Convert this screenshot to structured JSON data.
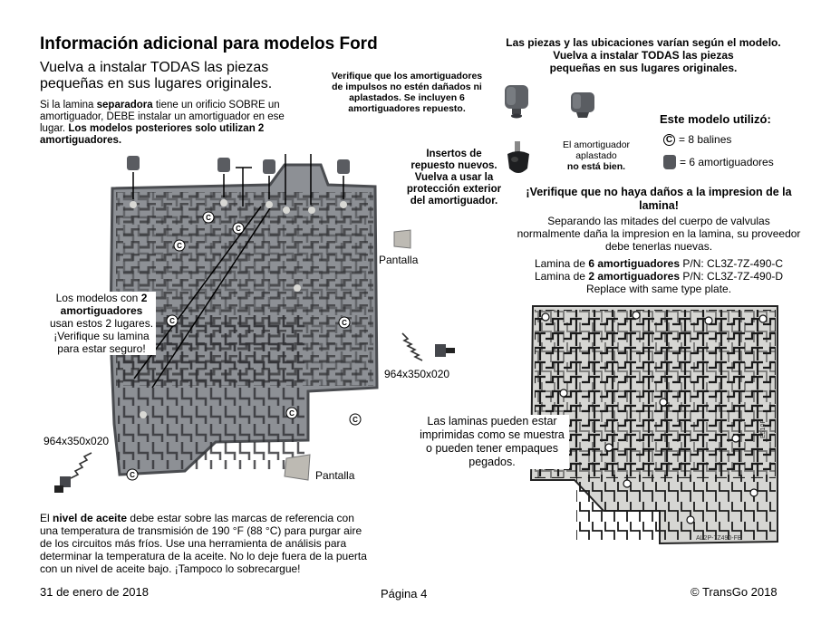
{
  "header": {
    "title": "Información adicional para modelos Ford",
    "subtitle": "Vuelva a instalar TODAS las piezas pequeñas en sus lugares originales."
  },
  "top_right_note": {
    "line1": "Las piezas y las ubicaciones varían según el modelo.",
    "line2": "Vuelva a instalar TODAS las piezas",
    "line3": "pequeñas en sus lugares originales."
  },
  "separator_note": {
    "part1": "Si la lamina ",
    "bold1": "separadora",
    "part2": " tiene un orificio SOBRE un amortiguador, DEBE instalar un amortiguador en ese lugar. ",
    "bold2": "Los modelos posteriores solo utilizan 2 amortiguadores."
  },
  "impulse_note": "Verifique que los amortiguadores de impulsos no estén dañados ni aplastados. Se incluyen 6 amortiguadores repuesto.",
  "inserts_note": "Insertos de repuesto nuevos. Vuelva a usar la protección exterior del amortiguador.",
  "crushed_note": {
    "line1": "El amortiguador",
    "line2": "aplastado",
    "line3": "no está bien."
  },
  "legend": {
    "title": "Este modelo utilizó:",
    "balls_symbol": "C",
    "balls": "= 8 balines",
    "dampers": "= 6 amortiguadores"
  },
  "damage_note": {
    "heading": "¡Verifique que no haya daños a la impresion de la lamina!",
    "body": "Separando las mitades del cuerpo de valvulas normalmente daña la impresion en la lamina, su proveedor debe tenerlas nuevas.",
    "plate6_prefix": "Lamina de ",
    "plate6_bold": "6 amortiguadores",
    "plate6_pn": " P/N: CL3Z-7Z-490-C",
    "plate2_prefix": "Lamina de ",
    "plate2_bold": "2 amortiguadores",
    "plate2_pn": " P/N: CL3Z-7Z-490-D",
    "replace": "Replace with same type plate."
  },
  "plate_note": "Las laminas pueden estar imprimidas como se muestra o pueden tener empaques pegados.",
  "labels": {
    "screen_top": "Pantalla",
    "screen_bottom": "Pantalla",
    "spring_right": "964x350x020",
    "spring_left": "964x350x020",
    "ball_symbol": "C",
    "plate_stamp": "E510F",
    "plate_bottom": "AL2P-7Z490-FB"
  },
  "two_damper_note": {
    "part1": "Los modelos con ",
    "bold": "2 amortiguadores",
    "part2": " usan estos 2 lugares. ¡Verifique su lamina para estar seguro!"
  },
  "oil_note": {
    "part1": "El ",
    "bold": "nivel de aceite",
    "part2": " debe estar sobre las marcas de referencia con una temperatura de transmisión de 190 °F (88 °C) para purgar aire de los circuitos más fríos. Use una herramienta de análisis para determinar la temperatura de la aceite. No lo deje fuera de la puerta con un nivel de aceite bajo. ¡Tampoco lo sobrecargue!"
  },
  "footer": {
    "date": "31 de enero de 2018",
    "page": "Página 4",
    "copyright": "© TransGo 2018"
  }
}
